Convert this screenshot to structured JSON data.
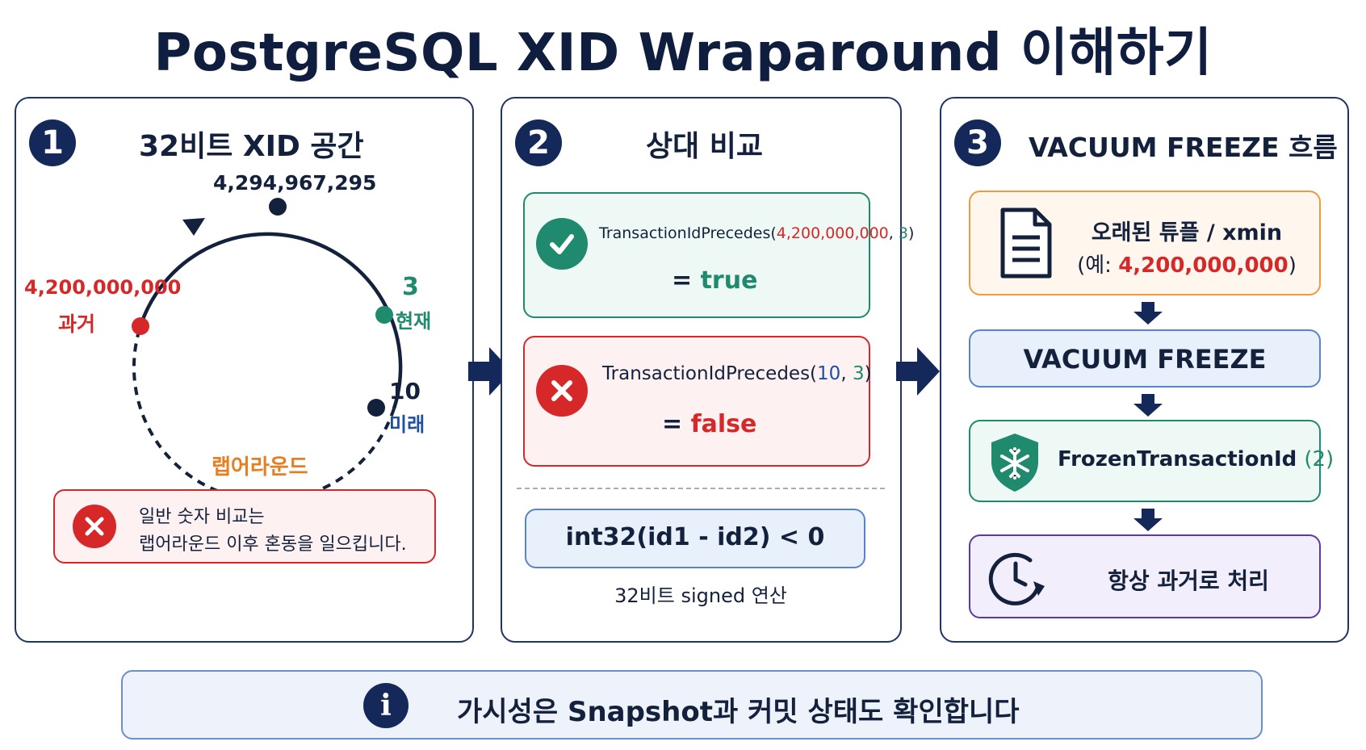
{
  "title": "PostgreSQL XID Wraparound 이해하기",
  "panel1": {
    "number": "1",
    "title": "32비트 XID 공간",
    "max_label": "4,294,967,295",
    "past_value": "4,200,000,000",
    "past_label": "과거",
    "present_value": "3",
    "present_label": "현재",
    "future_value": "10",
    "future_label": "미래",
    "wrap_label": "랩어라운드",
    "warning_line1": "일반 숫자 비교는",
    "warning_line2": "랩어라운드 이후 혼동을 일으킵니다."
  },
  "panel2": {
    "number": "2",
    "title": "상대 비교",
    "case_true": {
      "fn": "TransactionIdPrecedes(",
      "arg1": "4,200,000,000",
      "sep": ", ",
      "arg2": "3",
      "close": ")",
      "eq": "= ",
      "result": "true"
    },
    "case_false": {
      "fn": "TransactionIdPrecedes(",
      "arg1": "10",
      "sep": ", ",
      "arg2": "3",
      "close": ")",
      "eq": "= ",
      "result": "false"
    },
    "formula": "int32(id1 - id2) < 0",
    "formula_caption": "32비트 signed 연산"
  },
  "panel3": {
    "number": "3",
    "title": "VACUUM FREEZE 흐름",
    "step1_line1": "오래된 튜플 / xmin",
    "step1_prefix": "(예: ",
    "step1_value": "4,200,000,000",
    "step1_suffix": ")",
    "step2": "VACUUM FREEZE",
    "step3_label": "FrozenTransactionId",
    "step3_value": "(2)",
    "step4": "항상 과거로 처리"
  },
  "footer": "가시성은 Snapshot과 커밋 상태도 확인합니다",
  "colors": {
    "navy": "#14295a",
    "red": "#d62828",
    "green": "#1f8a6d",
    "orange": "#e67e22",
    "blue": "#1d4fa3",
    "purple": "#5b3aa8"
  }
}
